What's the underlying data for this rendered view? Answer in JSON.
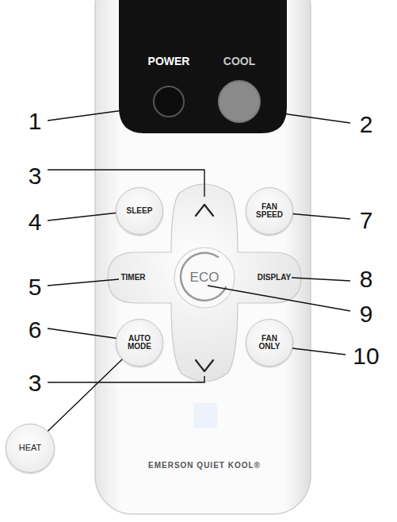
{
  "diagram": {
    "nodes": [
      {
        "text": [
          "POWER"
        ]
      },
      {
        "text": [
          "COOL"
        ]
      },
      {
        "text": [
          "SLEEP"
        ]
      },
      {
        "text": [
          "FAN SPEED"
        ]
      },
      {
        "text": [
          "TIMER"
        ]
      },
      {
        "text": [
          "ECO"
        ]
      },
      {
        "text": [
          "DISPLAY"
        ]
      },
      {
        "text": [
          "AUTO MODE"
        ]
      },
      {
        "text": [
          "FAN ONLY"
        ]
      },
      {
        "text": [
          "HEAT"
        ]
      }
    ],
    "edges": [
      {
        "from": 9,
        "to": 7,
        "arrow": "none"
      }
    ],
    "labels": [
      "1",
      "2",
      "3",
      "4",
      "5",
      "6",
      "3",
      "7",
      "8",
      "9",
      "10",
      "EMERSON QUIET KOOL®"
    ]
  }
}
